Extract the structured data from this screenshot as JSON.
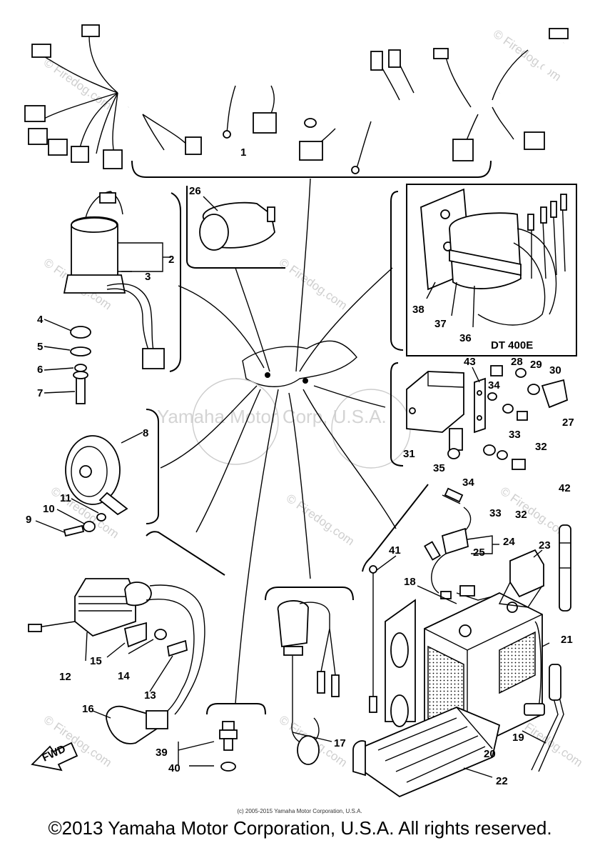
{
  "diagram": {
    "model_tag": "DT 400E",
    "watermarks": [
      "© Firedog.com",
      "Yamaha Motor Corp, U.S.A."
    ],
    "small_copyright": "(c) 2005-2015 Yamaha Motor Corporation, U.S.A.",
    "footer": "©2013 Yamaha Motor Corporation, U.S.A. All rights reserved.",
    "fwd_label": "FWD",
    "callouts": [
      "1",
      "2",
      "3",
      "4",
      "5",
      "6",
      "7",
      "8",
      "9",
      "10",
      "11",
      "12",
      "13",
      "14",
      "15",
      "16",
      "17",
      "18",
      "19",
      "20",
      "21",
      "22",
      "23",
      "24",
      "25",
      "26",
      "27",
      "28",
      "29",
      "30",
      "31",
      "32",
      "33",
      "34",
      "35",
      "36",
      "37",
      "38",
      "39",
      "40",
      "41",
      "42",
      "43"
    ]
  }
}
